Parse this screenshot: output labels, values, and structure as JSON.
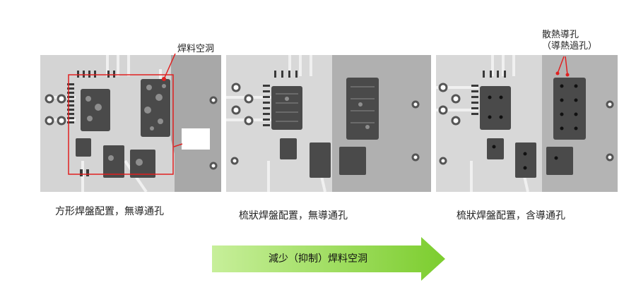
{
  "annotations": {
    "void_label": "焊料空洞",
    "thermal_label_line1": "散熱導孔",
    "thermal_label_line2": "（導熱過孔）"
  },
  "panels": [
    {
      "caption": "方形焊盤配置，無導通孔"
    },
    {
      "caption": "梳狀焊盤配置，無導通孔"
    },
    {
      "caption": "梳狀焊盤配置，含導通孔"
    }
  ],
  "arrow": {
    "label": "減少（抑制）焊料空洞",
    "color": "#7ccd2e"
  },
  "colors": {
    "highlight": "#e02020",
    "board": "#d6d6d6",
    "pad_dark": "#4a4a4a"
  }
}
